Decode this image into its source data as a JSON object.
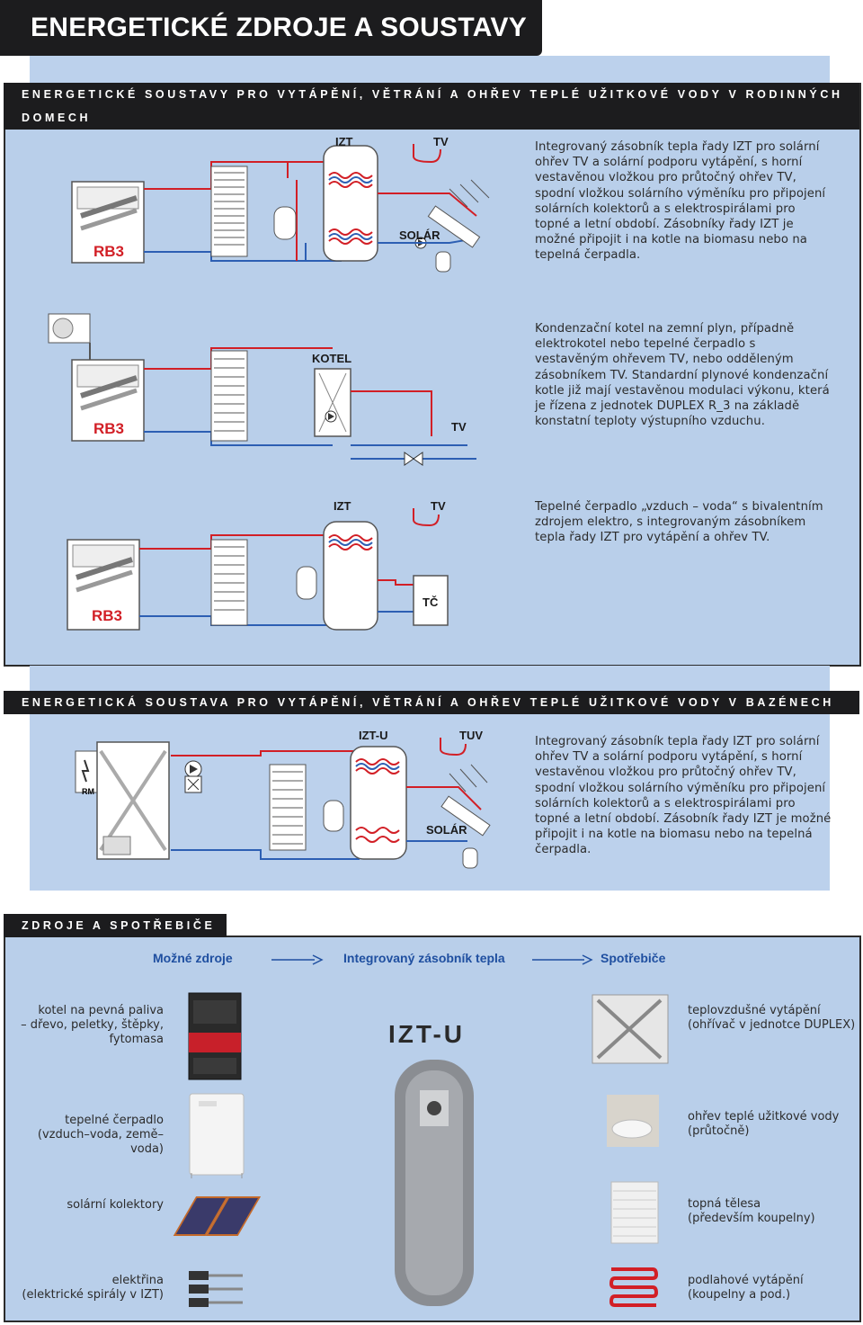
{
  "page": {
    "title": "ENERGETICKÉ ZDROJE A SOUSTAVY"
  },
  "section1": {
    "header": "ENERGETICKÉ SOUSTAVY PRO VYTÁPĚNÍ, VĚTRÁNÍ A OHŘEV TEPLÉ UŽITKOVÉ VODY V RODINNÝCH DOMECH",
    "rows": [
      {
        "labels": {
          "unit": "RB3",
          "tank": "IZT",
          "hot_water": "TV",
          "solar": "SOLÁR"
        },
        "description": "Integrovaný zásobník tepla řady IZT pro solární ohřev TV a solární podporu vytápění, s horní vestavěnou vložkou pro průtočný ohřev TV, spodní vložkou solárního výměníku pro připojení solárních kolektorů a s elektrospirálami pro topné a letní období. Zásobníky řady IZT je možné připojit i na kotle na biomasu nebo na tepelná čerpadla."
      },
      {
        "labels": {
          "unit": "RB3",
          "boiler": "KOTEL",
          "hot_water": "TV"
        },
        "description": "Kondenzační kotel na zemní plyn, případně elektrokotel nebo tepelné čerpadlo s vestavěným ohřevem TV, nebo odděleným zásobníkem TV. Standardní plynové kondenzační kotle již mají vestavěnou modulaci výkonu, která je řízena z jednotek DUPLEX R_3 na základě konstatní teploty výstupního vzduchu."
      },
      {
        "labels": {
          "unit": "RB3",
          "tank": "IZT",
          "hot_water": "TV",
          "heat_pump": "TČ"
        },
        "description": "Tepelné čerpadlo „vzduch – voda“ s bivalentním zdrojem elektro, s integrovaným zásobníkem tepla řady IZT pro vytápění a ohřev TV."
      }
    ]
  },
  "section2": {
    "header": "ENERGETICKÁ SOUSTAVA PRO VYTÁPĚNÍ, VĚTRÁNÍ A OHŘEV TEPLÉ UŽITKOVÉ VODY V BAZÉNECH",
    "labels": {
      "tank": "IZT-U",
      "hot_water": "TUV",
      "solar": "SOLÁR",
      "unit": "RM"
    },
    "description": "Integrovaný zásobník tepla řady IZT pro solární ohřev TV a solární podporu vytápění, s horní vestavěnou vložkou pro průtočný ohřev TV, spodní vložkou solárního výměníku pro připojení solárních kolektorů a s elektrospirálami pro topné a letní období. Zásobník řady IZT je možné připojit i na kotle na biomasu nebo na tepelná čerpadla."
  },
  "section3": {
    "header": "ZDROJE A SPOTŘEBIČE",
    "col_sources": "Možné zdroje",
    "col_tank": "Integrovaný zásobník tepla",
    "col_consumers": "Spotřebiče",
    "tank_name": "IZT-U",
    "sources": [
      {
        "line1": "kotel na pevná paliva",
        "line2": "– dřevo, peletky, štěpky,",
        "line3": "fytomasa",
        "icon": "solid-fuel-boiler-icon"
      },
      {
        "line1": "tepelné čerpadlo",
        "line2": "(vzduch–voda, země–voda)",
        "icon": "heat-pump-icon"
      },
      {
        "line1": "solární kolektory",
        "icon": "solar-collectors-icon"
      },
      {
        "line1": "elektřina",
        "line2": "(elektrické spirály v IZT)",
        "icon": "electric-heater-icon"
      }
    ],
    "consumers": [
      {
        "line1": "teplovzdušné vytápění",
        "line2": "(ohřívač v jednotce DUPLEX)",
        "icon": "duplex-unit-icon"
      },
      {
        "line1": "ohřev teplé užitkové vody",
        "line2": "(průtočně)",
        "icon": "wash-basin-icon"
      },
      {
        "line1": "topná tělesa",
        "line2": "(především koupelny)",
        "icon": "radiator-icon"
      },
      {
        "line1": "podlahové vytápění",
        "line2": "(koupelny a pod.)",
        "icon": "floor-heating-icon"
      }
    ]
  },
  "colors": {
    "panel": "#b9cfea",
    "header": "#1c1c1e",
    "accent_blue": "#1f4fa0",
    "pipe_red": "#d21f26",
    "pipe_blue": "#2d5fb3"
  }
}
